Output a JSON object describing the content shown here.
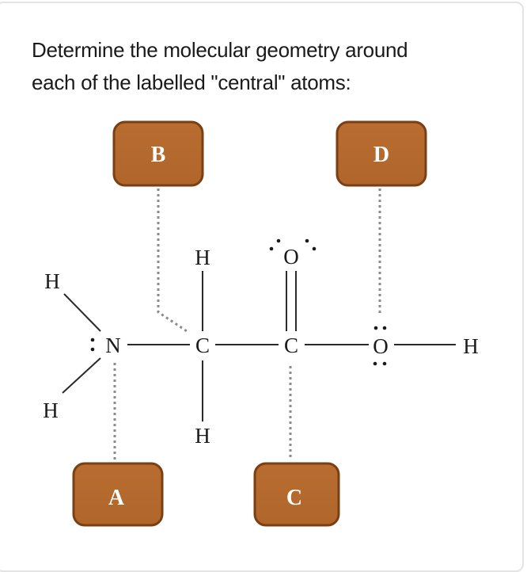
{
  "question": {
    "line1": "Determine the molecular geometry around",
    "line2": "each of the labelled \"central\" atoms:"
  },
  "colors": {
    "label_fill": "#b5692e",
    "label_border": "#7a3f12",
    "label_text": "#ffffff",
    "pointer": "#8a8a8a",
    "bond": "#2a2a2a"
  },
  "molecule": {
    "atoms": {
      "h_nitrogen_top": "H",
      "h_nitrogen_bottom": "H",
      "nitrogen": "N",
      "nitrogen_lone_pair": ":",
      "carbon_alpha": "C",
      "h_carbon_top": "H",
      "h_carbon_bottom": "H",
      "carbon_carbonyl": "C",
      "oxygen_carbonyl": "O",
      "oxygen_hydroxyl": "O",
      "h_hydroxyl": "H"
    }
  },
  "labels": {
    "A": "A",
    "B": "B",
    "C": "C",
    "D": "D"
  }
}
